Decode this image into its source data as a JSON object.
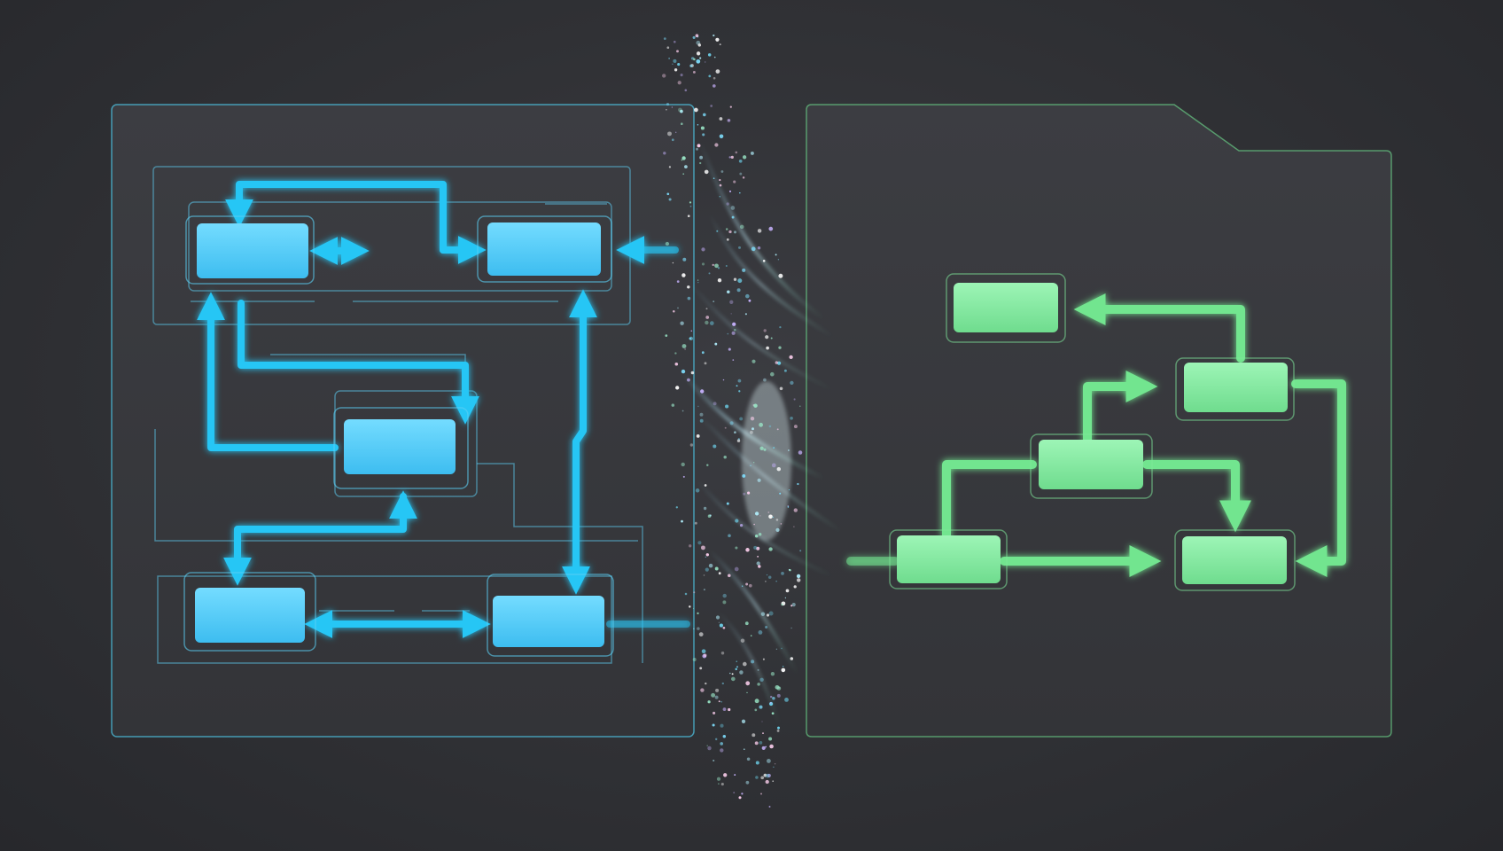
{
  "colors": {
    "background": "#303135",
    "left_accent": "#27c6f5",
    "left_node_fill": "#5fd3fb",
    "right_accent": "#6fe08f",
    "right_node_fill": "#8af0a8",
    "panel_fill": "#3a3b40"
  },
  "left_panel": {
    "nodes": [
      {
        "id": "L1",
        "label": ""
      },
      {
        "id": "L2",
        "label": ""
      },
      {
        "id": "L3",
        "label": ""
      },
      {
        "id": "L4",
        "label": ""
      },
      {
        "id": "L5",
        "label": ""
      }
    ],
    "edges": [
      {
        "from": "L2",
        "to": "L1",
        "kind": "directed"
      },
      {
        "from": "L1",
        "to": "L2",
        "kind": "directed"
      },
      {
        "from": "L3",
        "to": "L1",
        "kind": "directed"
      },
      {
        "from": "L1",
        "to": "L3",
        "kind": "directed"
      },
      {
        "from": "L3",
        "to": "L4",
        "kind": "directed"
      },
      {
        "from": "L4",
        "to": "L3",
        "kind": "directed"
      },
      {
        "from": "L4",
        "to": "L5",
        "kind": "bidirectional"
      },
      {
        "from": "L5",
        "to": "L2",
        "kind": "bidirectional"
      }
    ]
  },
  "right_panel": {
    "nodes": [
      {
        "id": "R1",
        "label": ""
      },
      {
        "id": "R2",
        "label": ""
      },
      {
        "id": "R3",
        "label": ""
      },
      {
        "id": "R4",
        "label": ""
      },
      {
        "id": "R5",
        "label": ""
      }
    ],
    "edges": [
      {
        "from": "R2",
        "to": "R1",
        "kind": "directed"
      },
      {
        "from": "R3",
        "to": "R2",
        "kind": "directed"
      },
      {
        "from": "R3",
        "to": "R5",
        "kind": "directed"
      },
      {
        "from": "R4",
        "to": "R3",
        "kind": "directed"
      },
      {
        "from": "R4",
        "to": "R5",
        "kind": "directed"
      },
      {
        "from": "R2",
        "to": "R5",
        "kind": "directed"
      }
    ]
  },
  "transition": {
    "style": "particle-stream"
  }
}
